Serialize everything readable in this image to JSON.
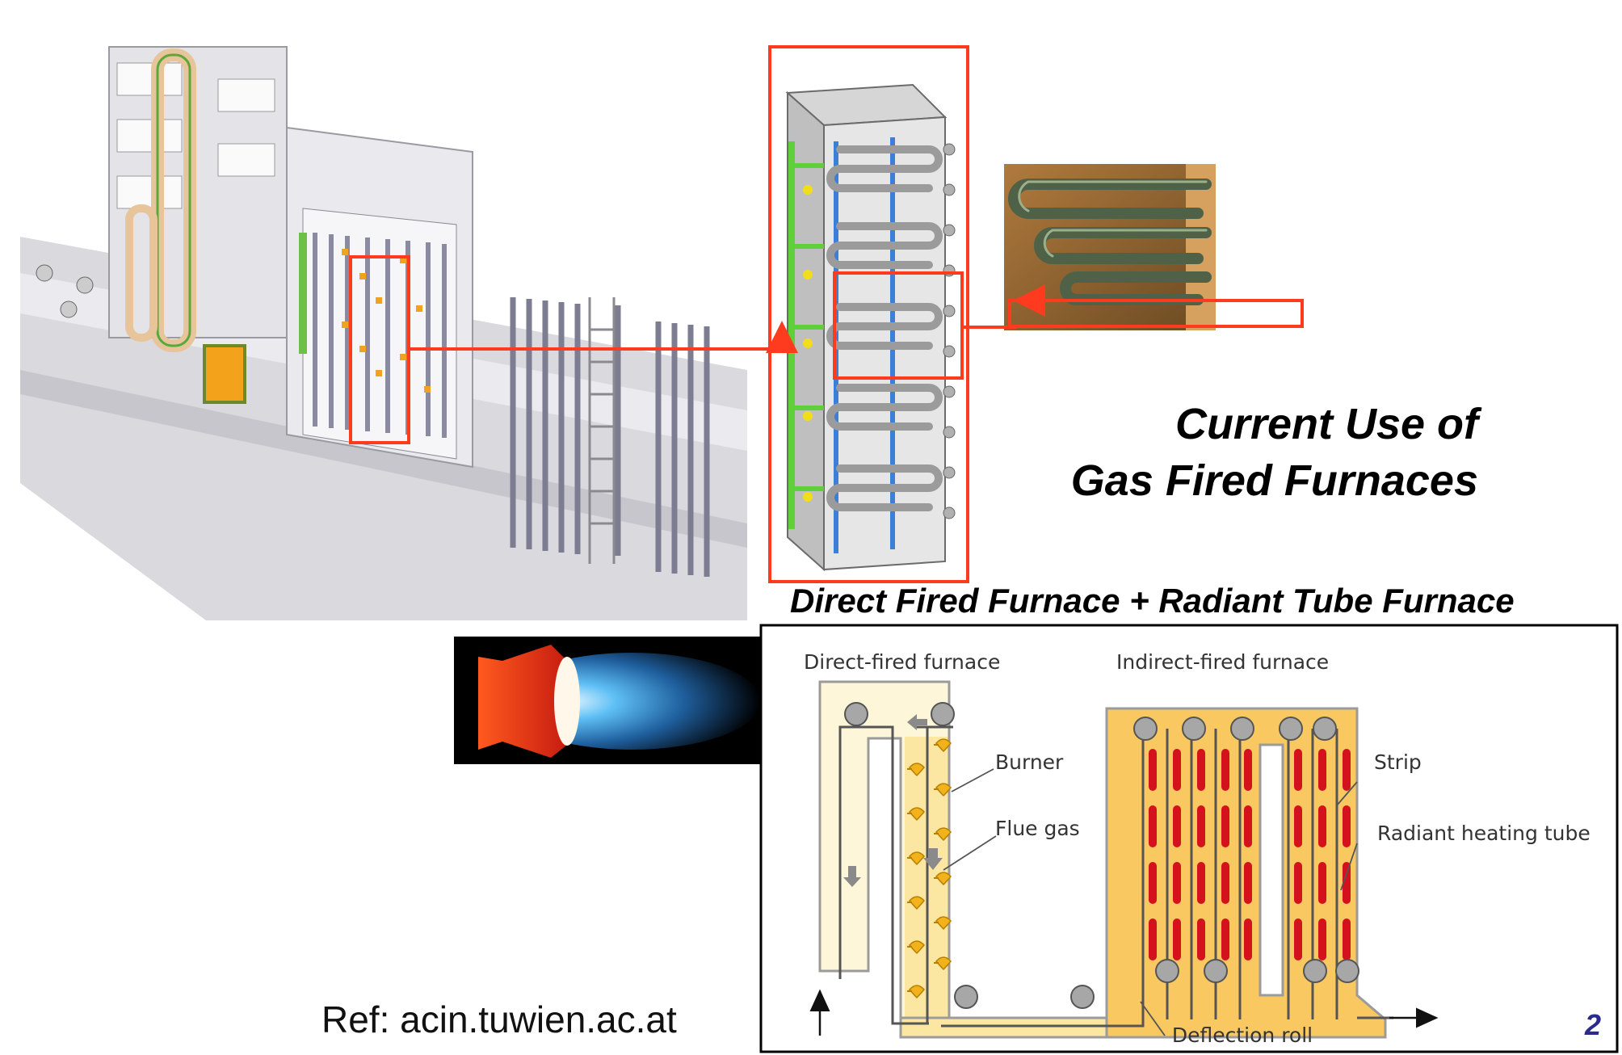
{
  "slide": {
    "title_line1": "Current Use of",
    "title_line2": "Gas Fired Furnaces",
    "subtitle": "Direct Fired Furnace + Radiant Tube Furnace",
    "reference": "Ref: acin.tuwien.ac.at",
    "page_number": "2"
  },
  "diagram": {
    "section_direct": "Direct-fired furnace",
    "section_indirect": "Indirect-fired furnace",
    "label_burner": "Burner",
    "label_flue_gas": "Flue gas",
    "label_strip": "Strip",
    "label_radiant_tube": "Radiant heating tube",
    "label_deflection_roll": "Deflection roll"
  },
  "colors": {
    "highlight_red": "#ff3b1f",
    "direct_section_fill": "#fdf6d8",
    "indirect_section_fill": "#f9c860",
    "radiant_tube_red": "#d4121e",
    "roll_gray": "#a7a7a7",
    "burner_yellow": "#f2b21c"
  }
}
